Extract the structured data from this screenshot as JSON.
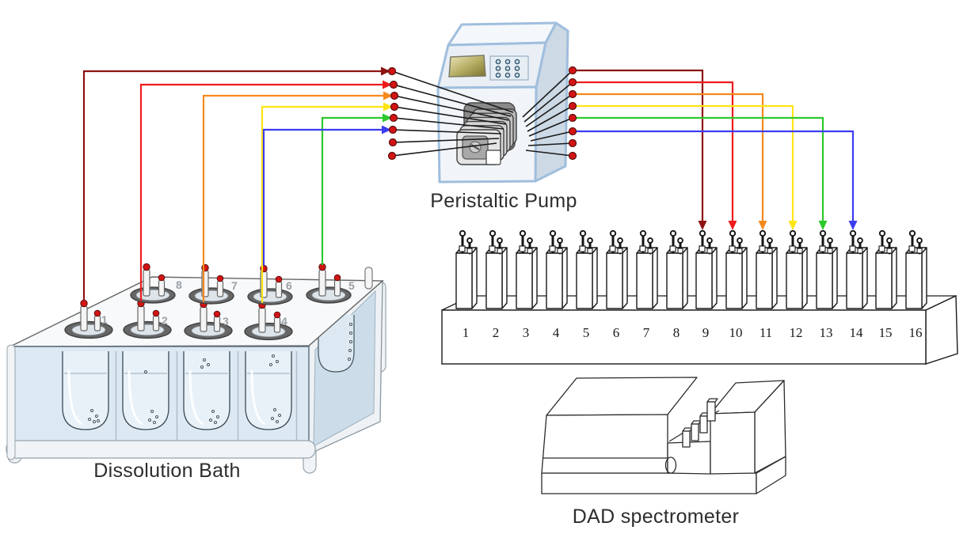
{
  "diagram": {
    "pump": {
      "label": "Peristaltic Pump",
      "ports_per_side": 8,
      "keypad_dots": 9
    },
    "bath": {
      "label": "Dissolution Bath",
      "vessel_numbers_front": [
        "1",
        "2",
        "3",
        "4"
      ],
      "vessel_numbers_back": [
        "8",
        "7",
        "6",
        "5"
      ]
    },
    "flow_cells": {
      "numbers": [
        "1",
        "2",
        "3",
        "4",
        "5",
        "6",
        "7",
        "8",
        "9",
        "10",
        "11",
        "12",
        "13",
        "14",
        "15",
        "16"
      ]
    },
    "spectrometer": {
      "label": "DAD spectrometer"
    },
    "tubes": [
      {
        "channel": 1,
        "color": "#8e1212",
        "from_vessel": "1",
        "to_cell": "9"
      },
      {
        "channel": 2,
        "color": "#ee1c1c",
        "from_vessel": "2",
        "to_cell": "10"
      },
      {
        "channel": 3,
        "color": "#f5891d",
        "from_vessel": "3",
        "to_cell": "11"
      },
      {
        "channel": 4,
        "color": "#ffe414",
        "from_vessel": "4",
        "to_cell": "12"
      },
      {
        "channel": 5,
        "color": "#2bc92b",
        "from_vessel": "5",
        "to_cell": "13"
      },
      {
        "channel": 6,
        "color": "#3c3cef",
        "from_vessel": "6",
        "to_cell": "14"
      }
    ]
  },
  "theme": {
    "port_red": "#d31414",
    "port_red_dark": "#5a0d0d",
    "line_black": "#1a1a1a"
  }
}
